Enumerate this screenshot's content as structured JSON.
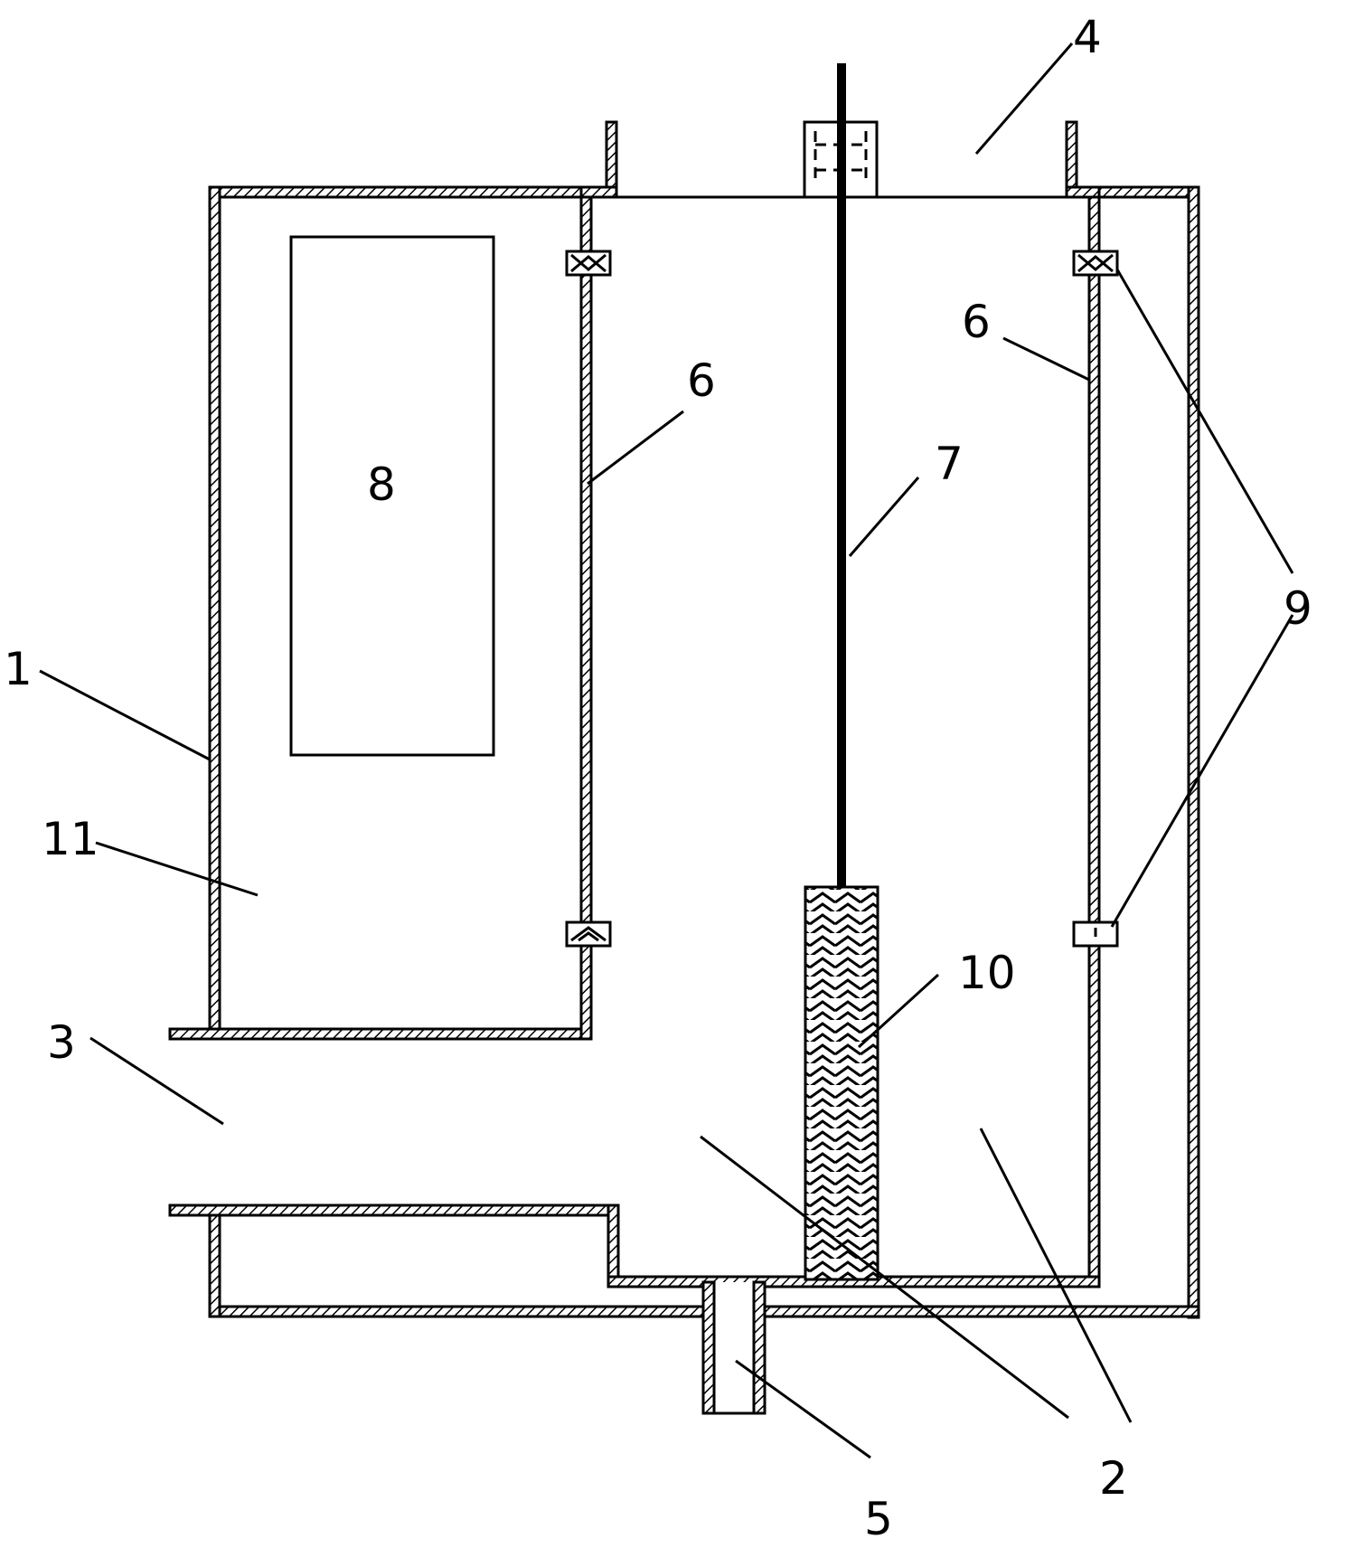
{
  "figure": {
    "labels": {
      "shell": "1",
      "flow_2": "2",
      "inlet": "3",
      "top_opening": "4",
      "drain": "5",
      "inner_wall": "6",
      "rod": "7",
      "block": "8",
      "sensor": "9",
      "filter": "10",
      "chamber": "11"
    }
  }
}
